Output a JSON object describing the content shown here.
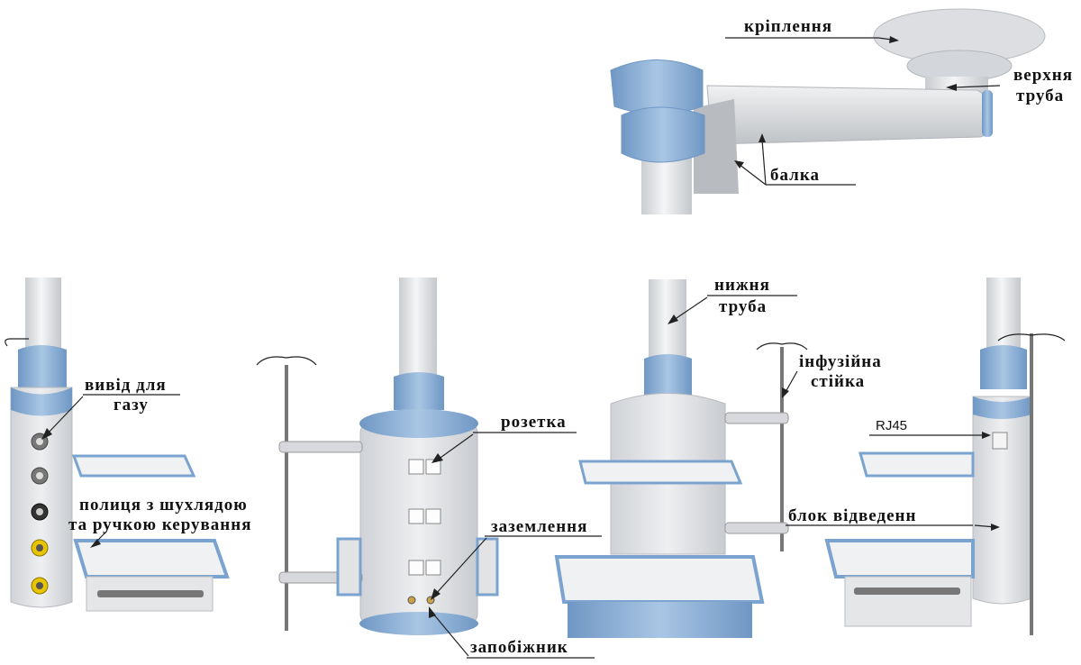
{
  "colors": {
    "accent_blue": "#8fb3d9",
    "accent_blue_dark": "#6f97c4",
    "body_gray": "#e4e5e7",
    "shelf_white": "#f0f1f2",
    "yellow_port": "#e9c400",
    "label_text": "#111111"
  },
  "labels": {
    "mount": "кріплення",
    "upper_tube_1": "верхня",
    "upper_tube_2": "труба",
    "beam": "балка",
    "lower_tube_1": "нижня",
    "lower_tube_2": "труба",
    "infusion_1": "інфузійна",
    "infusion_2": "стійка",
    "gas_outlet_1": "вивід для",
    "gas_outlet_2": "газу",
    "socket": "розетка",
    "rj45": "RJ45",
    "shelf_1": "полиця з шухлядою",
    "shelf_2": "та ручкою керування",
    "grounding": "заземлення",
    "outlet_block": "блок відведенн",
    "fuse": "запобіжник"
  },
  "icons": [
    "arrow-icon",
    "electrical-socket-icon",
    "gas-port-icon",
    "iv-hook-icon"
  ]
}
